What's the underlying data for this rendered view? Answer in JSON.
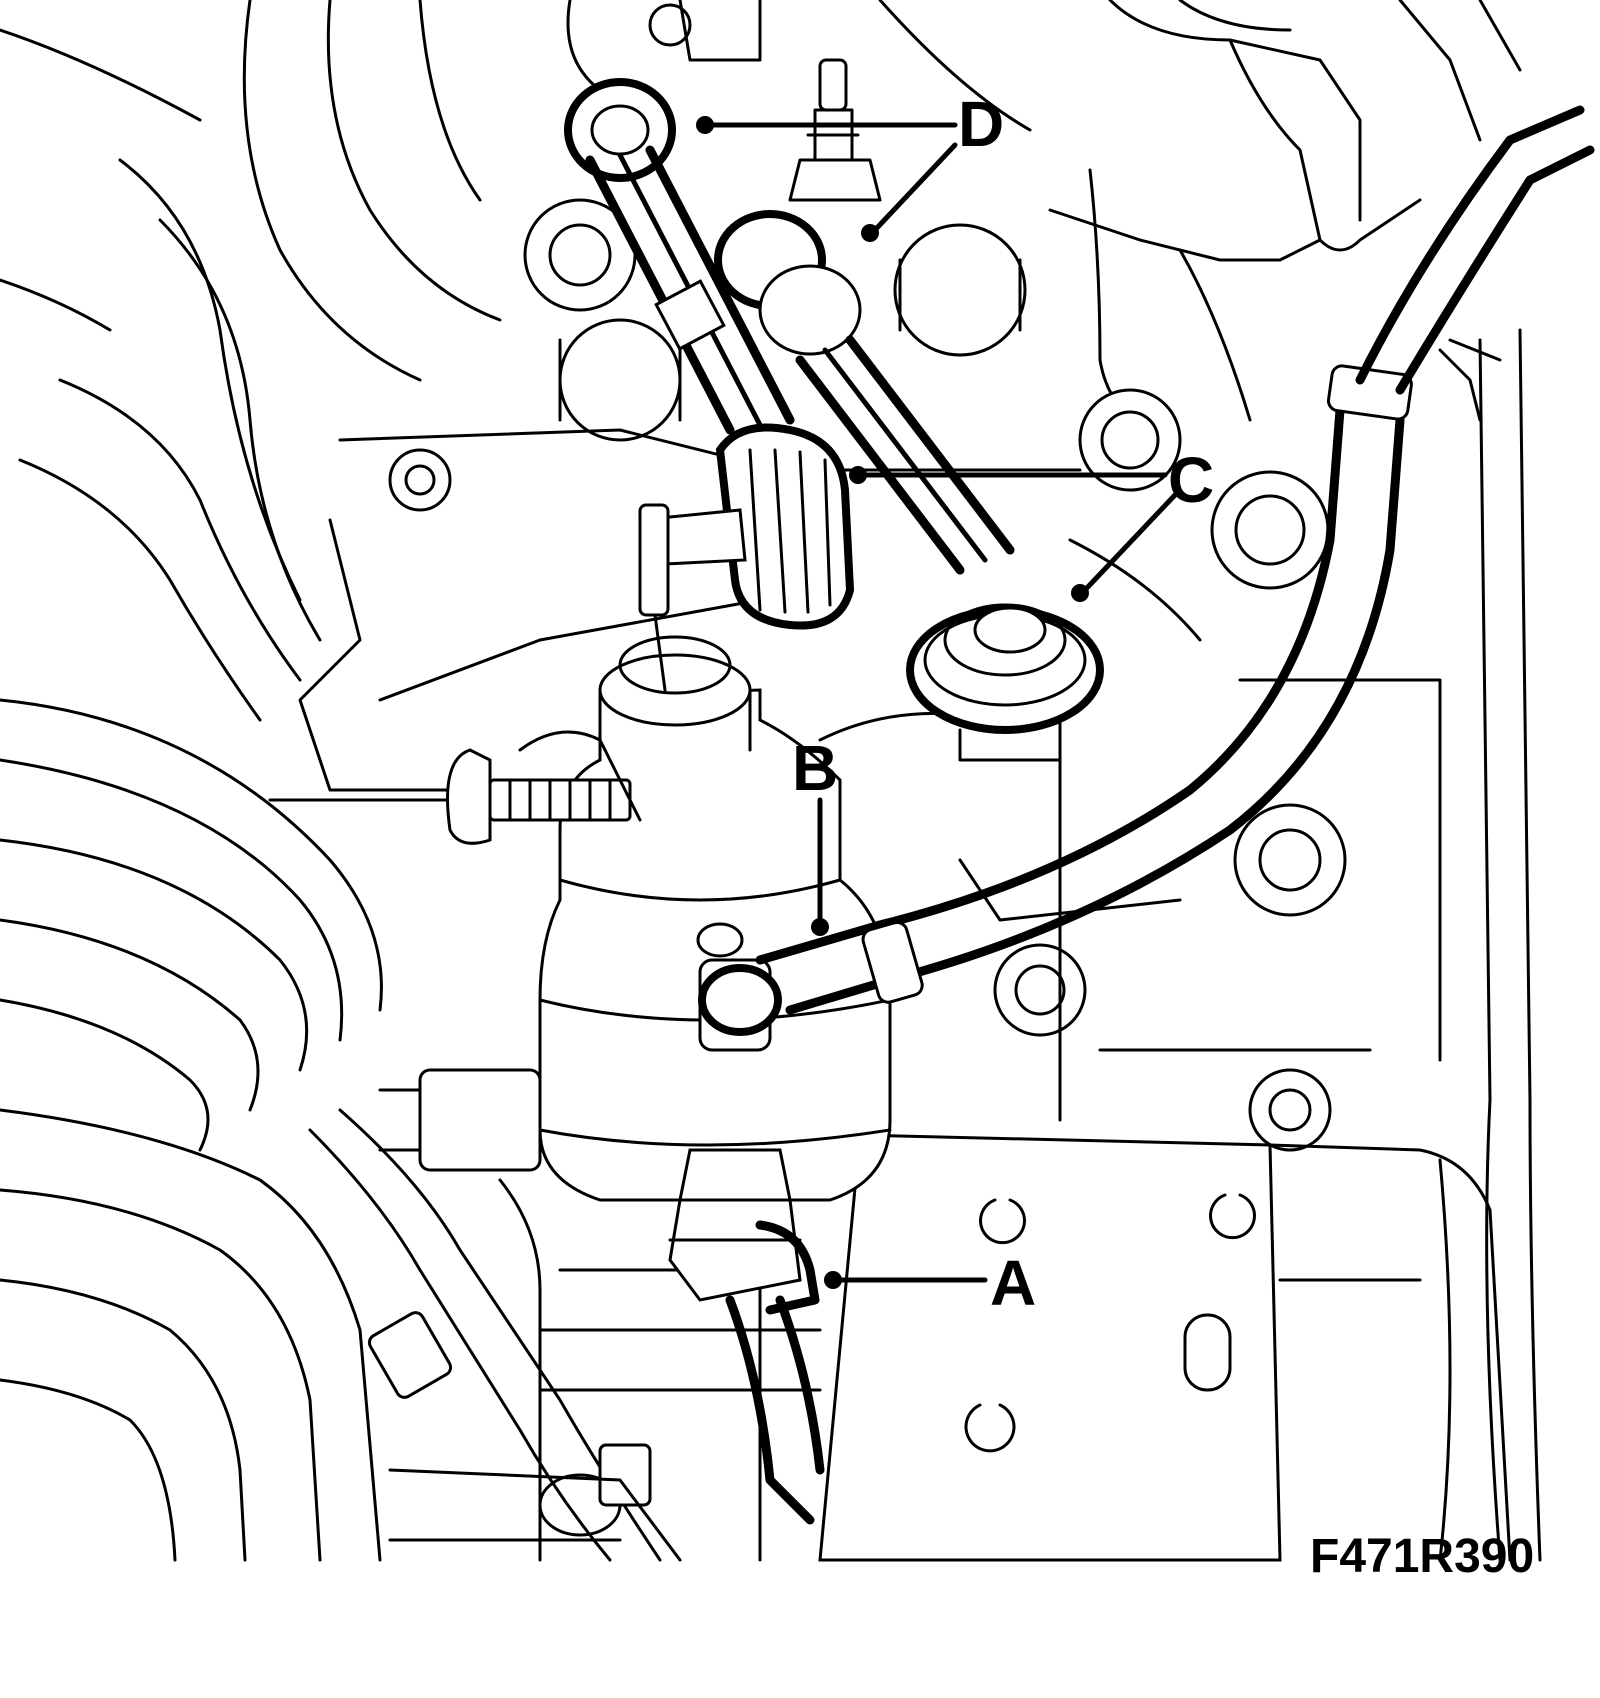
{
  "labels": {
    "a": "A",
    "b": "B",
    "c": "C",
    "d": "D"
  },
  "figure_id": "F471R390"
}
